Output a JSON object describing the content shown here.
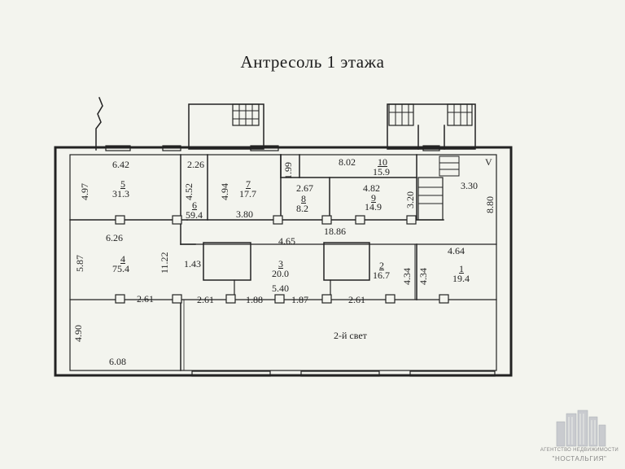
{
  "title": "Антресоль 1 этажа",
  "rooms": [
    {
      "num": "5",
      "area": "31.3"
    },
    {
      "num": "6",
      "area": "59.4"
    },
    {
      "num": "7",
      "area": "17.7"
    },
    {
      "num": "8",
      "area": "8.2"
    },
    {
      "num": "9",
      "area": "14.9"
    },
    {
      "num": "10",
      "area": "15.9"
    },
    {
      "num": "4",
      "area": "75.4"
    },
    {
      "num": "3",
      "area": "20.0"
    },
    {
      "num": "2",
      "area": "16.7"
    },
    {
      "num": "1",
      "area": "19.4"
    }
  ],
  "dimensions": {
    "d642": "6.42",
    "d226": "2.26",
    "d802": "8.02",
    "d330": "3.30",
    "d497": "4.97",
    "d452": "4.52",
    "d494": "4.94",
    "d199": "1.99",
    "d267": "2.67",
    "d482": "4.82",
    "d320": "3.20",
    "d880": "8.80",
    "d380": "3.80",
    "d626": "6.26",
    "d1886": "18.86",
    "d465": "4.65",
    "d464": "4.64",
    "d587": "5.87",
    "d1122": "11.22",
    "d143": "1.43",
    "d434a": "4.34",
    "d434b": "4.34",
    "d540": "5.40",
    "d261a": "2.61",
    "d261b": "2.61",
    "d188": "1.88",
    "d187": "1.87",
    "d261c": "2.61",
    "d490": "4.90",
    "d608": "6.08"
  },
  "void_label": "2-й свет",
  "letter_v": "V",
  "logo": {
    "line1": "АГЕНТСТВО НЕДВИЖИМОСТИ",
    "line2": "\"НОСТАЛЬГИЯ\""
  }
}
